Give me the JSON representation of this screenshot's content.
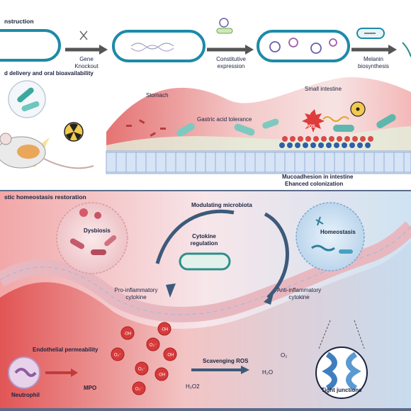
{
  "panel_top": {
    "header": "nstruction",
    "subtitle": "d delivery and oral bioavailability",
    "steps": [
      {
        "label_line1": "Gene",
        "label_line2": "Knockout"
      },
      {
        "label_line1": "Constitutive",
        "label_line2": "expression"
      },
      {
        "label_line1": "Melanin",
        "label_line2": "biosynthesis"
      }
    ],
    "stomach_label": "Stomach",
    "small_intestine_label": "Small intestine",
    "gastric_label": "Gastric acid tolerance",
    "ros_badge": "ROS",
    "mucoadhesion_line1": "Mucoadhesion in intestine",
    "mucoadhesion_line2": "Ehanced colonization"
  },
  "panel_bottom": {
    "header": "stic homeostasis restoration",
    "modulating": "Modulating microbiota",
    "dysbiosis": "Dysbiosis",
    "homeostasis": "Homeostasis",
    "cytokine_reg_line1": "Cytokine",
    "cytokine_reg_line2": "regulation",
    "pro_line1": "Pro-inflammatory",
    "pro_line2": "cytokine",
    "anti_line1": "Anti-inflammatory",
    "anti_line2": "cytokine",
    "endothelial": "Endothelial permeability",
    "neutrophil": "Neutrophil",
    "mpo": "MPO",
    "scavenging": "Scavenging ROS",
    "tight_junctions": "Tight junctions",
    "h2o": "H₂O",
    "o2": "O₂",
    "h2o2": "H₂O2",
    "oh": "·OH",
    "o2_radical": "O₂⁻"
  },
  "colors": {
    "red": "#d94a4a",
    "blue": "#3f7fbf",
    "teal": "#2f8f8a",
    "navy": "#1b2340"
  }
}
